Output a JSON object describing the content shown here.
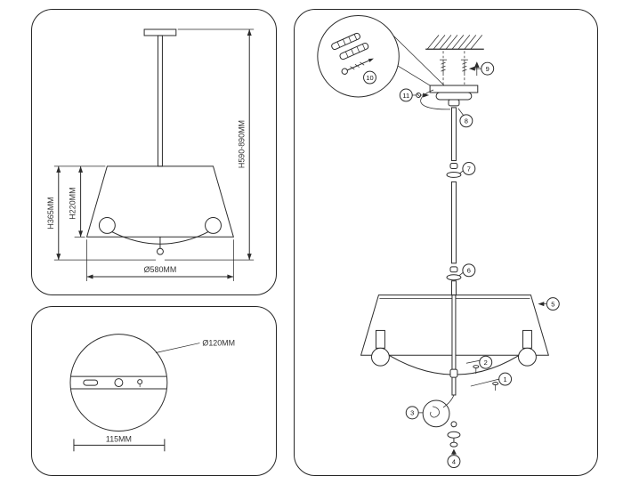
{
  "colors": {
    "ink": "#2b2b2b",
    "background": "#ffffff"
  },
  "dimension_panel": {
    "height_fixture": "H365MM",
    "height_shade": "H220MM",
    "height_overall": "H590-890MM",
    "diameter_shade": "Ø580MM"
  },
  "canopy_panel": {
    "diameter_canopy": "Ø120MM",
    "plate_width": "115MM"
  },
  "assembly_panel": {
    "callouts": [
      "1",
      "2",
      "3",
      "4",
      "5",
      "6",
      "7",
      "8",
      "9",
      "10",
      "11"
    ]
  }
}
